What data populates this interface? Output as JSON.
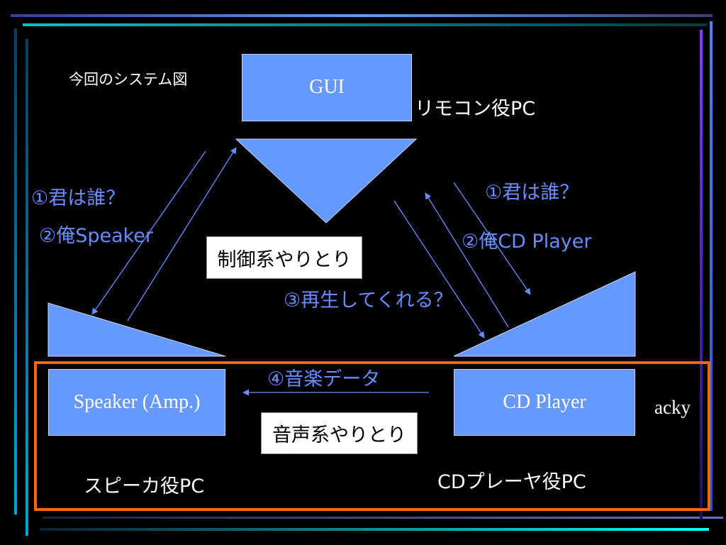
{
  "slide": {
    "title": "今回のシステム図",
    "gui_box": "GUI",
    "remote_pc_label": "リモコン役PC",
    "left_msg_1": "①君は誰？",
    "left_msg_2": "②俺Speaker",
    "right_msg_1": "①君は誰？",
    "right_msg_2": "②俺CD Player",
    "control_label": "制御系やりとり",
    "play_msg": "③再生してくれる？",
    "music_msg": "④音楽データ",
    "speaker_box": "Speaker (Amp.)",
    "cdplayer_box": "CD Player",
    "audio_label": "音声系やりとり",
    "speaker_pc_label": "スピーカ役PC",
    "cd_pc_label": "CDプレーヤ役PC",
    "author": "acky"
  },
  "colors": {
    "background": "#000000",
    "box_fill": "#6699ff",
    "arrow_color": "#6a8cff",
    "highlight_border": "#ff6600",
    "label_blue": "#6a8cff"
  }
}
